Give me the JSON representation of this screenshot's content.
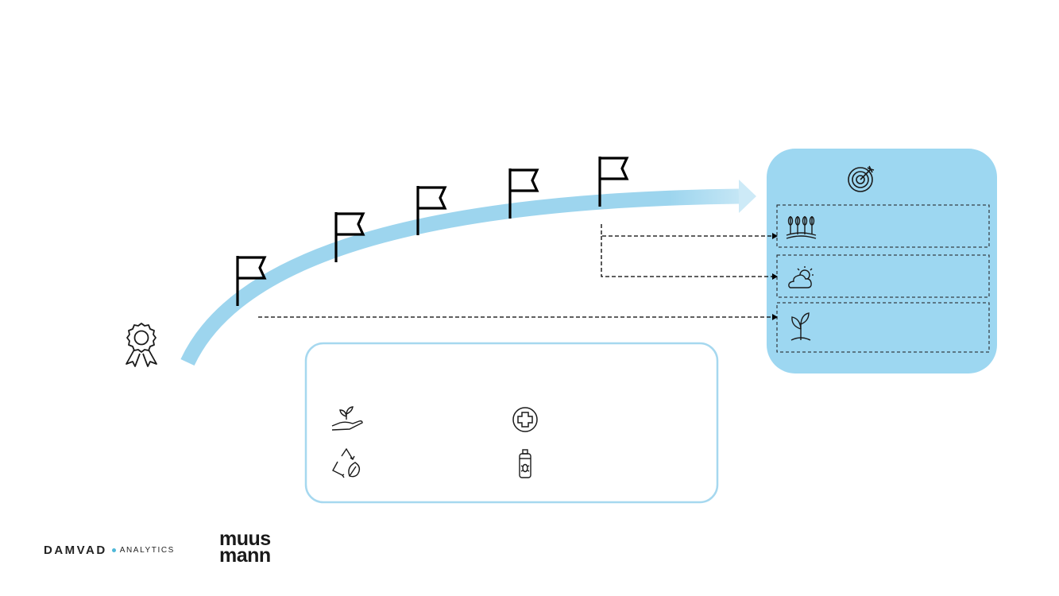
{
  "colors": {
    "accent_light_blue": "#9dd5ee",
    "panel_fill": "#9dd7f1",
    "panel_border": "#a6d8ef",
    "icon_stroke": "#1a1a1a",
    "flag_stroke": "#000000",
    "arrow_dash": "#000000",
    "logo_dot": "#4fb8d8"
  },
  "icons": {
    "start": "award-ribbon-icon",
    "milestones": [
      "flag-icon",
      "flag-icon",
      "flag-icon",
      "flag-icon",
      "flag-icon"
    ],
    "goal": "target-icon",
    "goal_items": [
      "wheat-field-icon",
      "sun-cloud-icon",
      "seedling-icon"
    ],
    "bottom_panel": [
      "plant-in-hand-icon",
      "medical-cross-icon",
      "recycle-leaf-icon",
      "pesticide-spray-icon"
    ]
  },
  "logos": {
    "damvad": {
      "main": "DAMVAD",
      "sub": "ANALYTICS"
    },
    "muusmann": {
      "line1": "muus",
      "line2": "mann"
    }
  }
}
